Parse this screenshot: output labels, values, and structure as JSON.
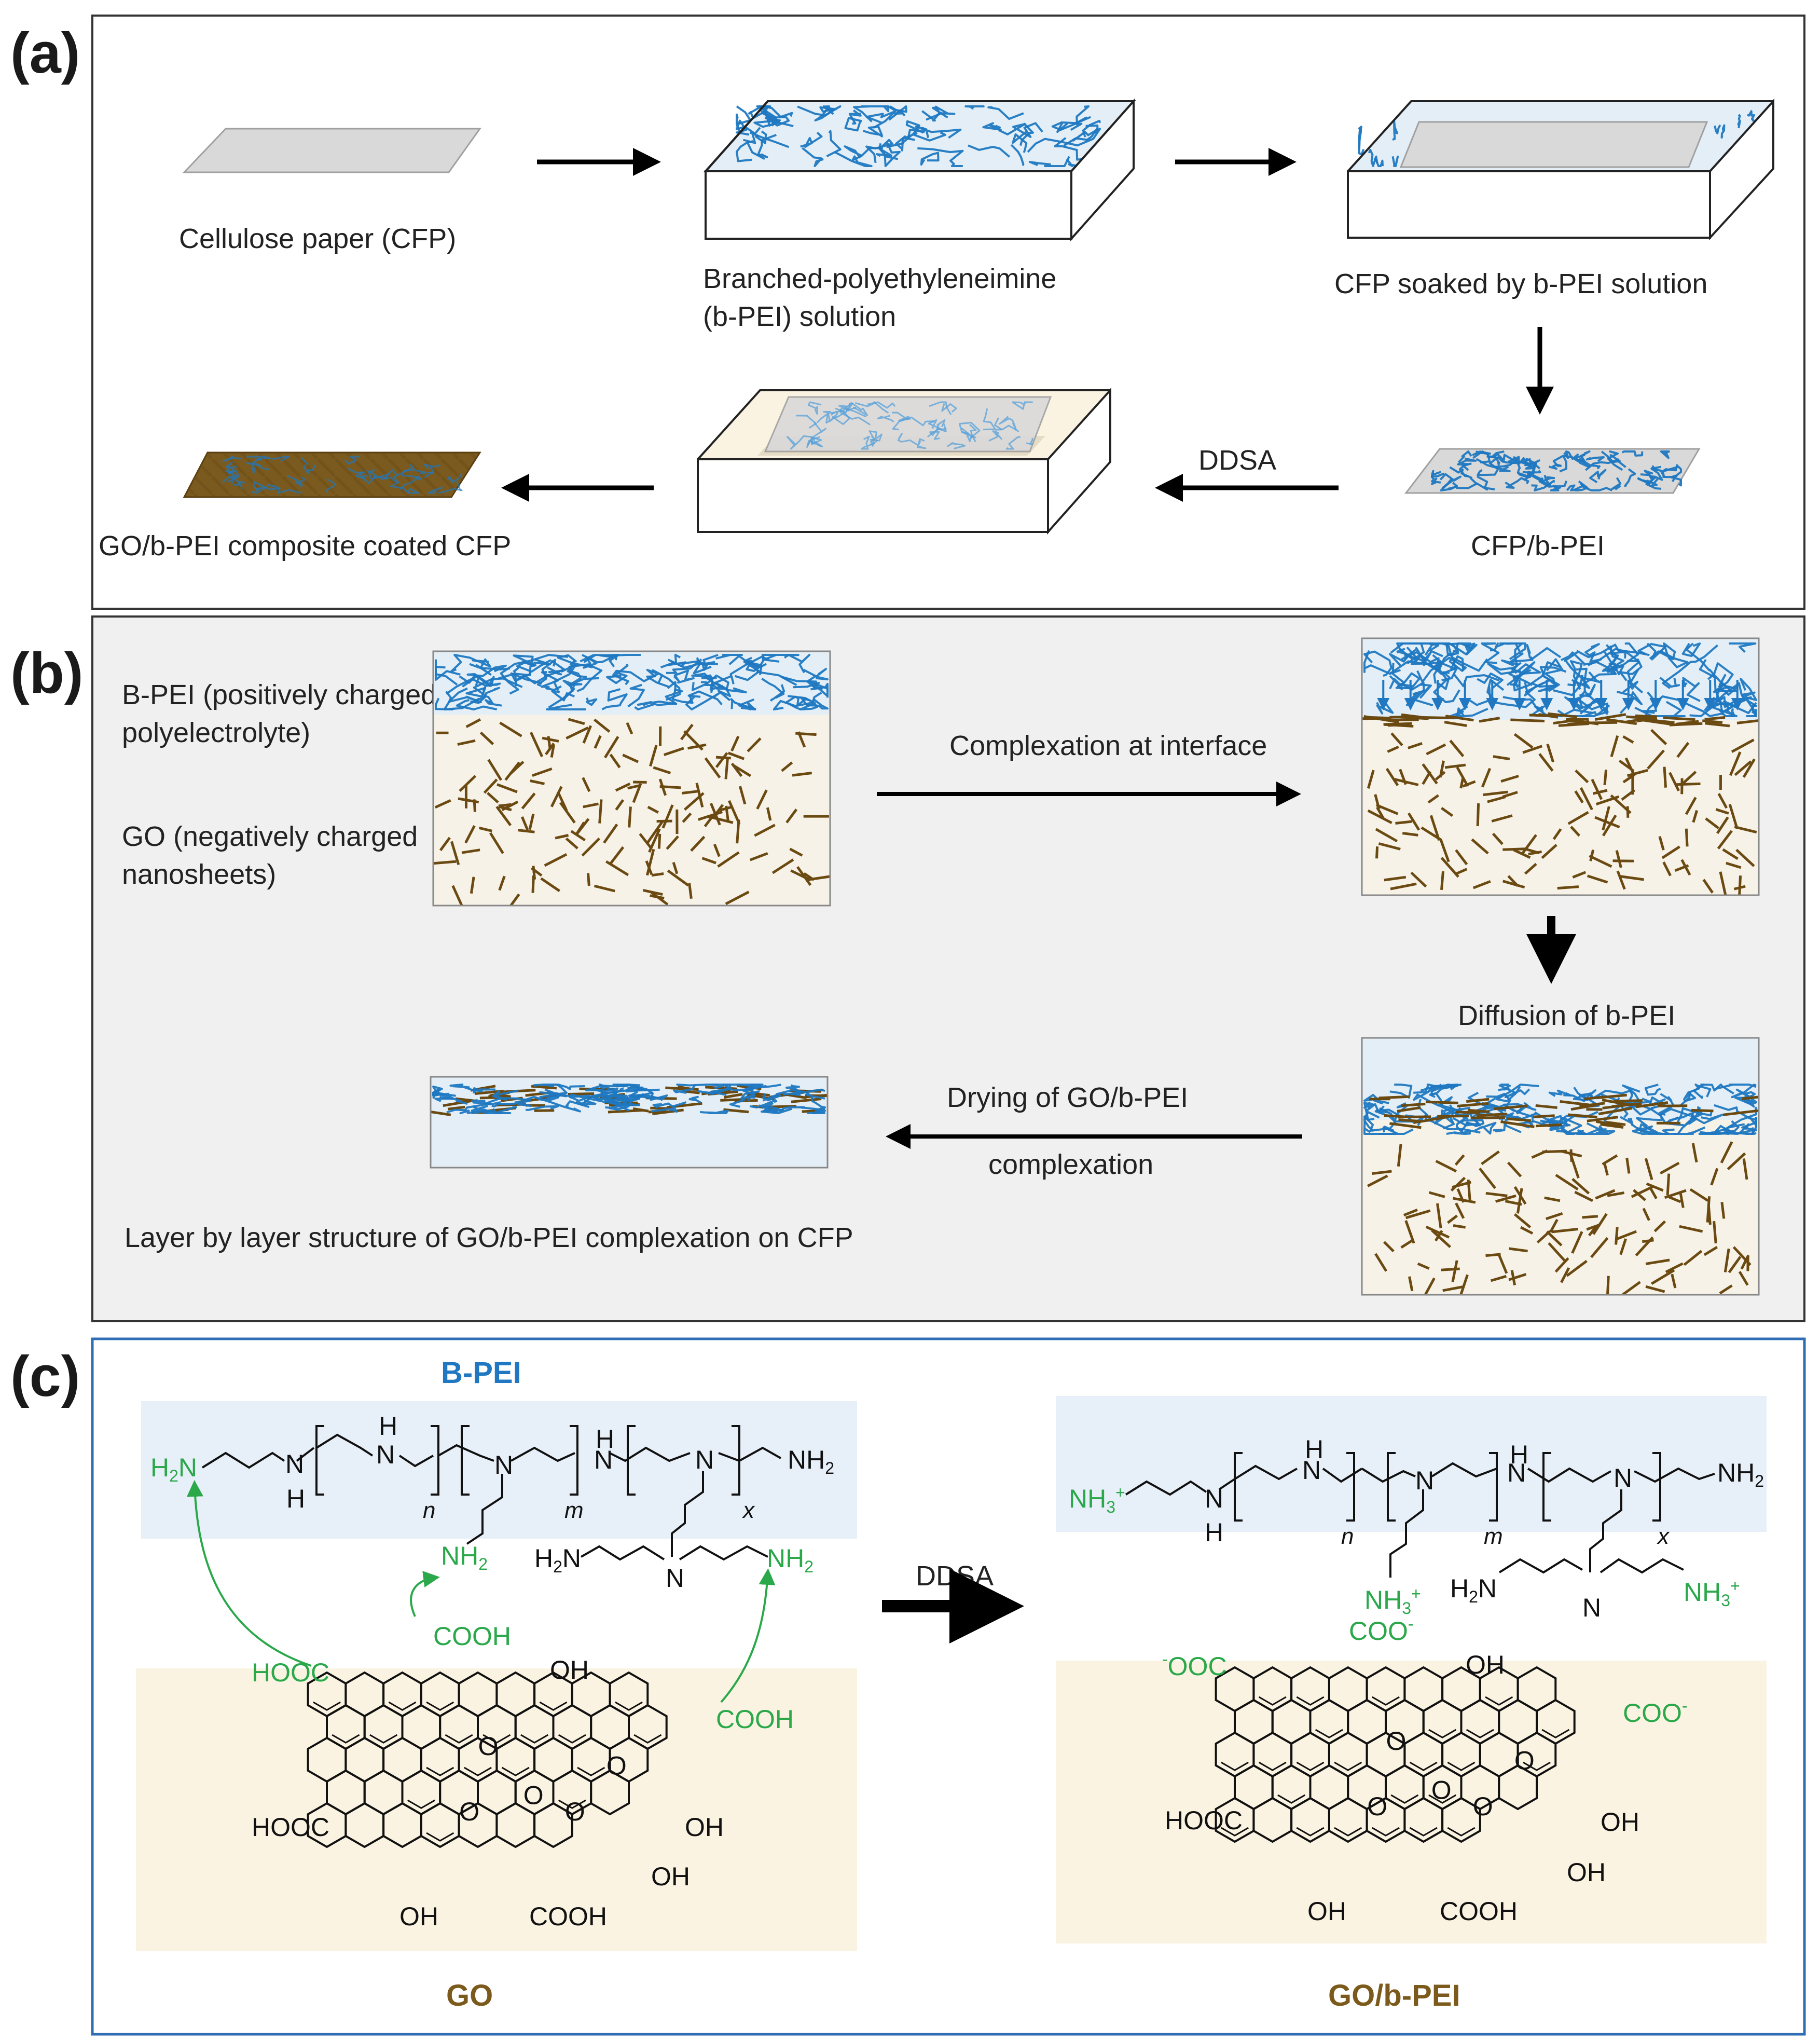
{
  "panels": {
    "a": {
      "tag": "(a)",
      "cellulose_label": "Cellulose paper (CFP)",
      "solution_label_1": "Branched-polyethyleneimine",
      "solution_label_2": "(b-PEI) solution",
      "soaked_label": "CFP soaked by b-PEI solution",
      "cfp_bpei_label": "CFP/b-PEI",
      "ddsa_label": "DDSA",
      "composite_label": "GO/b-PEI composite coated CFP"
    },
    "b": {
      "tag": "(b)",
      "bpei_line1": "B-PEI (positively charged",
      "bpei_line2": "polyelectrolyte)",
      "go_line1": "GO (negatively charged",
      "go_line2": "nanosheets)",
      "complexation_label": "Complexation at interface",
      "diffusion_label": "Diffusion of b-PEI",
      "drying_line1": "Drying of GO/b-PEI",
      "drying_line2": "complexation",
      "layer_label": "Layer by layer structure of GO/b-PEI complexation on CFP"
    },
    "c": {
      "tag": "(c)",
      "bpei_header": "B-PEI",
      "go_label": "GO",
      "go_bpei_label": "GO/b-PEI",
      "ddsa_label": "DDSA",
      "left": {
        "h2n": "H",
        "h2n_sub": "2",
        "h2n_n": "N",
        "nh2_mid": "NH",
        "nh2_mid_sub": "2",
        "h2n_branch": "H",
        "h2n_branch_sub": "2",
        "h2n_branch_n": "N",
        "nh2_branch_right": "NH",
        "nh2_branch_right_sub": "2",
        "nh2_end": "NH",
        "nh2_end_sub": "2",
        "cooh_top": "COOH",
        "hooc_left": "HOOC",
        "oh_top": "OH",
        "cooh_right": "COOH",
        "hooc_lower": "HOOC",
        "oh_right1": "OH",
        "oh_right2": "OH",
        "oh_bottom": "OH",
        "cooh_bottom": "COOH"
      },
      "right": {
        "nh3_start": "NH",
        "nh3_start_sub": "3",
        "nh3_start_sup": "+",
        "nh3_mid": "NH",
        "nh3_mid_sub": "3",
        "nh3_mid_sup": "+",
        "h2n_branch": "H",
        "h2n_branch_sub": "2",
        "h2n_branch_n": "N",
        "nh3_branch": "NH",
        "nh3_branch_sub": "3",
        "nh3_branch_sup": "+",
        "nh2_end": "NH",
        "nh2_end_sub": "2",
        "coo_top": "COO",
        "coo_top_sup": "-",
        "ooc_left_sup": "-",
        "ooc_left": "OOC",
        "oh_top": "OH",
        "coo_right": "COO",
        "coo_right_sup": "-",
        "hooc_lower": "HOOC",
        "oh_right1": "OH",
        "oh_right2": "OH",
        "oh_bottom": "OH",
        "cooh_bottom": "COOH"
      },
      "atoms": {
        "N": "N",
        "H": "H",
        "O": "O",
        "n": "n",
        "m": "m",
        "x": "x"
      }
    }
  },
  "colors": {
    "bpei_blue": "#1f78c1",
    "go_brown": "#6b4a12",
    "reaction_green": "#2aa84a",
    "panel_b_bg": "#f0f0f0",
    "panel_c_border": "#2f6db5",
    "bpei_band": "#e7eff8",
    "go_band": "#fbf3e2",
    "water": "#e3eef7",
    "go_suspension": "#f7f2e8"
  }
}
